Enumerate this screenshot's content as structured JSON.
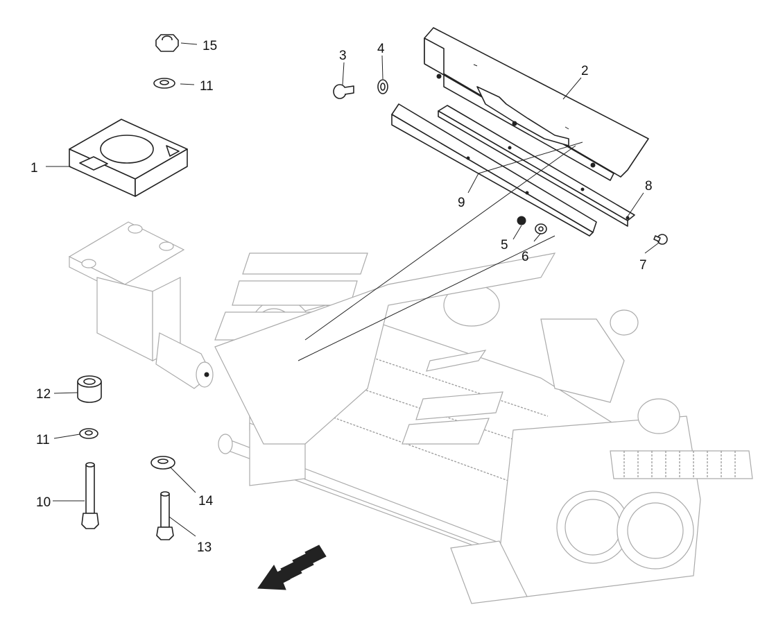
{
  "diagram": {
    "type": "exploded-parts-view",
    "callouts": [
      {
        "id": "c1",
        "label": "1"
      },
      {
        "id": "c2",
        "label": "2"
      },
      {
        "id": "c3",
        "label": "3"
      },
      {
        "id": "c4",
        "label": "4"
      },
      {
        "id": "c5",
        "label": "5"
      },
      {
        "id": "c6",
        "label": "6"
      },
      {
        "id": "c7",
        "label": "7"
      },
      {
        "id": "c8",
        "label": "8"
      },
      {
        "id": "c9",
        "label": "9"
      },
      {
        "id": "c10",
        "label": "10"
      },
      {
        "id": "c11a",
        "label": "11"
      },
      {
        "id": "c11b",
        "label": "11"
      },
      {
        "id": "c12",
        "label": "12"
      },
      {
        "id": "c13",
        "label": "13"
      },
      {
        "id": "c14",
        "label": "14"
      },
      {
        "id": "c15",
        "label": "15"
      }
    ],
    "parts": [
      "spacer-block",
      "cover-plate",
      "carriage-bolt",
      "flat-washer",
      "lock-nut",
      "washer",
      "screw",
      "retainer-strip",
      "wear-strip",
      "hex-bolt-long",
      "flat-washer-small",
      "bushing",
      "hex-bolt-short",
      "large-washer",
      "nylon-lock-nut",
      "mounting-bracket",
      "cutting-unit-frame",
      "direction-arrow"
    ],
    "colors": {
      "line": "#222222",
      "ghost": "#aaaaaa",
      "background": "#ffffff"
    }
  }
}
